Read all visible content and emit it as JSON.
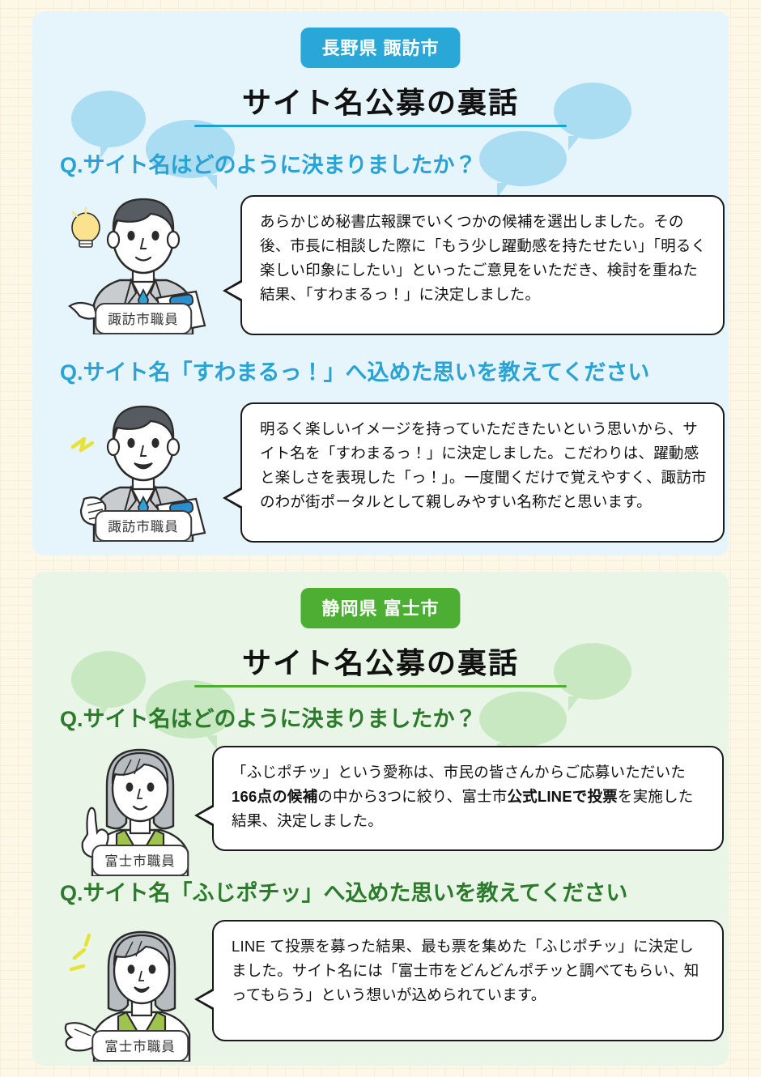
{
  "sections": [
    {
      "id": "suwa",
      "theme": "blue",
      "accent": "#29a8d8",
      "pill_label": "長野県 諏訪市",
      "title": "サイト名公募の裏話",
      "qa": [
        {
          "question": "Q.サイト名はどのように決まりましたか？",
          "speaker": "諏訪市職員",
          "answer": "あらかじめ秘書広報課でいくつかの候補を選出しました。その後、市長に相談した際に「もう少し躍動感を持たせたい」「明るく楽しい印象にしたい」といったご意見をいただき、検討を重ねた結果、「すわまるっ！」に決定しました。"
        },
        {
          "question": "Q.サイト名「すわまるっ！」へ込めた思いを教えてください",
          "speaker": "諏訪市職員",
          "answer": "明るく楽しいイメージを持っていただきたいという思いから、サイト名を「すわまるっ！」に決定しました。こだわりは、躍動感と楽しさを表現した「っ！」。一度聞くだけで覚えやすく、諏訪市のわが街ポータルとして親しみやすい名称だと思います。"
        }
      ]
    },
    {
      "id": "fuji",
      "theme": "green",
      "accent": "#4caf33",
      "pill_label": "静岡県 富士市",
      "title": "サイト名公募の裏話",
      "qa": [
        {
          "question": "Q.サイト名はどのように決まりましたか？",
          "speaker": "富士市職員",
          "answer_html": "「ふじポチッ」という愛称は、市民の皆さんからご応募いただいた<b>166点の候補</b>の中から3つに絞り、富士市<b>公式LINEで投票</b>を実施した結果、決定しました。"
        },
        {
          "question": "Q.サイト名「ふじポチッ」へ込めた思いを教えてください",
          "speaker": "富士市職員",
          "answer": "LINE て投票を募った結果、最も票を集めた「ふじポチッ」に決定しました。サイト名には「富士市をどんどんポチッと調べてもらい、知ってもらう」という想いが込められています。"
        }
      ]
    }
  ],
  "illustration_colors": {
    "hair_male": "#555b60",
    "hair_female": "#b7bcc0",
    "suit": "#c9ccce",
    "tie": "#2aa6d6",
    "badge": "#2a8fd0",
    "vest": "#9ec44f",
    "skin": "#ffffff",
    "outline": "#2b2b2b",
    "bulb": "#fae28f",
    "spark": "#e8e137"
  }
}
